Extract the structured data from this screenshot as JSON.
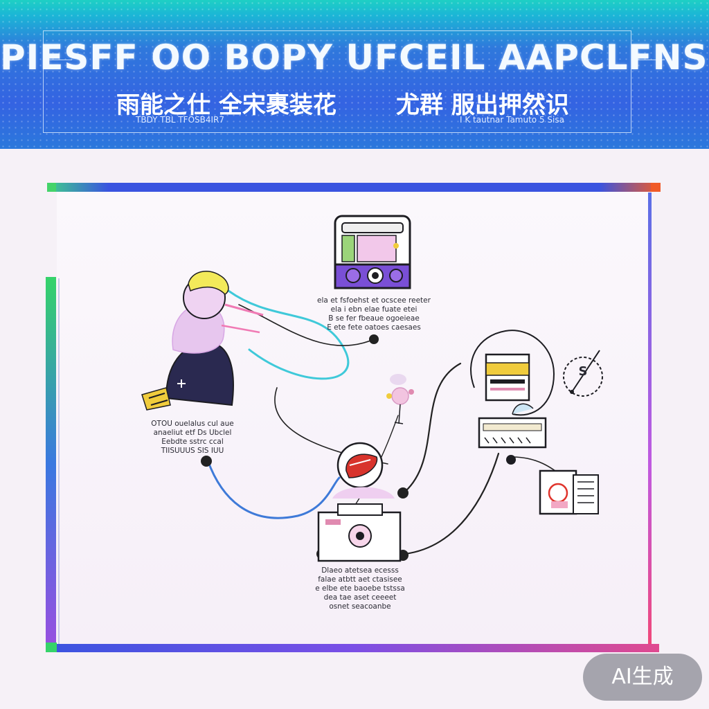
{
  "banner": {
    "title_en": "PIESFF OO BOPY UFCEIL AAPCLFNSIR",
    "title_zh_left": "雨能之仕 全宋裹装花",
    "title_zh_right": "尤群 服出押然识",
    "sub_left": "TBDY TBL TFOSB4IR7",
    "sub_right": "I K tautnar Tamuto 5 Sisa"
  },
  "captions": {
    "top": "ela et fsfoehst et ocscee reeter\nela i ebn elae fuate etei\nB se fer fbeaue ogoeieae\nE ete fete oatoes caesaes",
    "left": "OTOU ouelalus cul aue\nanaeliut etf Ds Ubclel\nEebdte sstrc ccal\nTIISUUUS SIS IUU",
    "bottom": "Dlaeo atetsea ecesss\nfalae atbtt aet ctasisee\ne elbe ete baoebe tstssa\ndea tae aset ceeeet\nosnet seacoanbe",
    "icon_right": "S"
  },
  "badge": {
    "label": "AI生成"
  },
  "colors": {
    "banner_top": "#1ed0c4",
    "banner_mid": "#3463e2",
    "board_bg": "#fbf7fb",
    "frame_blue": "#3a54e0",
    "frame_green": "#36d36a",
    "frame_orange": "#f05a28",
    "connector_cyan": "#3fc9d9",
    "connector_blue": "#3e7ad8",
    "ink": "#1d1d22",
    "purple": "#7a4fd6",
    "navy": "#2a2950",
    "yellow": "#f0cc3c",
    "red": "#d8342c"
  },
  "icons": [
    "device-console-icon",
    "person-figure-icon",
    "cloud-display-icon",
    "stopwatch-icon",
    "camera-machine-icon",
    "document-box-icon",
    "small-character-icon"
  ]
}
